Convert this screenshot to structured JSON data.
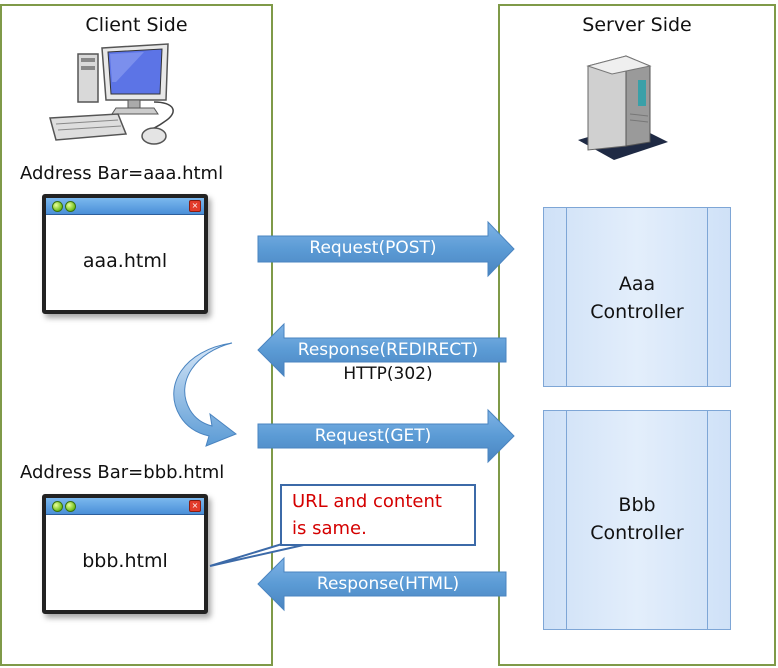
{
  "client": {
    "title": "Client Side",
    "address_bar_1": "Address Bar=aaa.html",
    "address_bar_2": "Address Bar=bbb.html",
    "window_1_label": "aaa.html",
    "window_2_label": "bbb.html",
    "icon": "desktop-computer-icon"
  },
  "server": {
    "title": "Server Side",
    "icon": "server-tower-icon",
    "controller_1": {
      "line1": "Aaa",
      "line2": "Controller"
    },
    "controller_2": {
      "line1": "Bbb",
      "line2": "Controller"
    }
  },
  "arrows": {
    "request_post": "Request(POST)",
    "response_redirect": "Response(REDIRECT)",
    "redirect_status": "HTTP(302)",
    "request_get": "Request(GET)",
    "response_html": "Response(HTML)"
  },
  "callout": {
    "line1": "URL and content",
    "line2": "is same."
  },
  "colors": {
    "panel_border": "#7f9a48",
    "arrow_fill": "#5b9bd5",
    "callout_text": "#d40000",
    "controller_fill": "#d6e6f9"
  }
}
